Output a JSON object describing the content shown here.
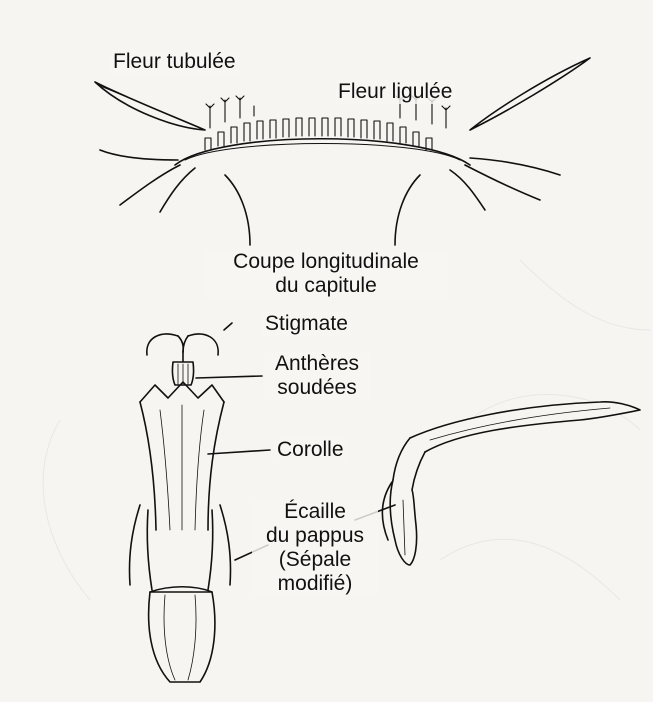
{
  "labels": {
    "fleur_tubulee": "Fleur tubulée",
    "fleur_ligulee": "Fleur ligulée",
    "coupe_line1": "Coupe longitudinale",
    "coupe_line2": "du capitule",
    "stigmate": "Stigmate",
    "antheres_line1": "Anthères",
    "antheres_line2": "soudées",
    "corolle": "Corolle",
    "ecaille_line1": "Écaille",
    "ecaille_line2": "du pappus",
    "ecaille_line3": "(Sépale",
    "ecaille_line4": "modifié)"
  },
  "colors": {
    "ink": "#111111",
    "background": "#f6f5f1",
    "watermark_text": "#c9cccc"
  }
}
